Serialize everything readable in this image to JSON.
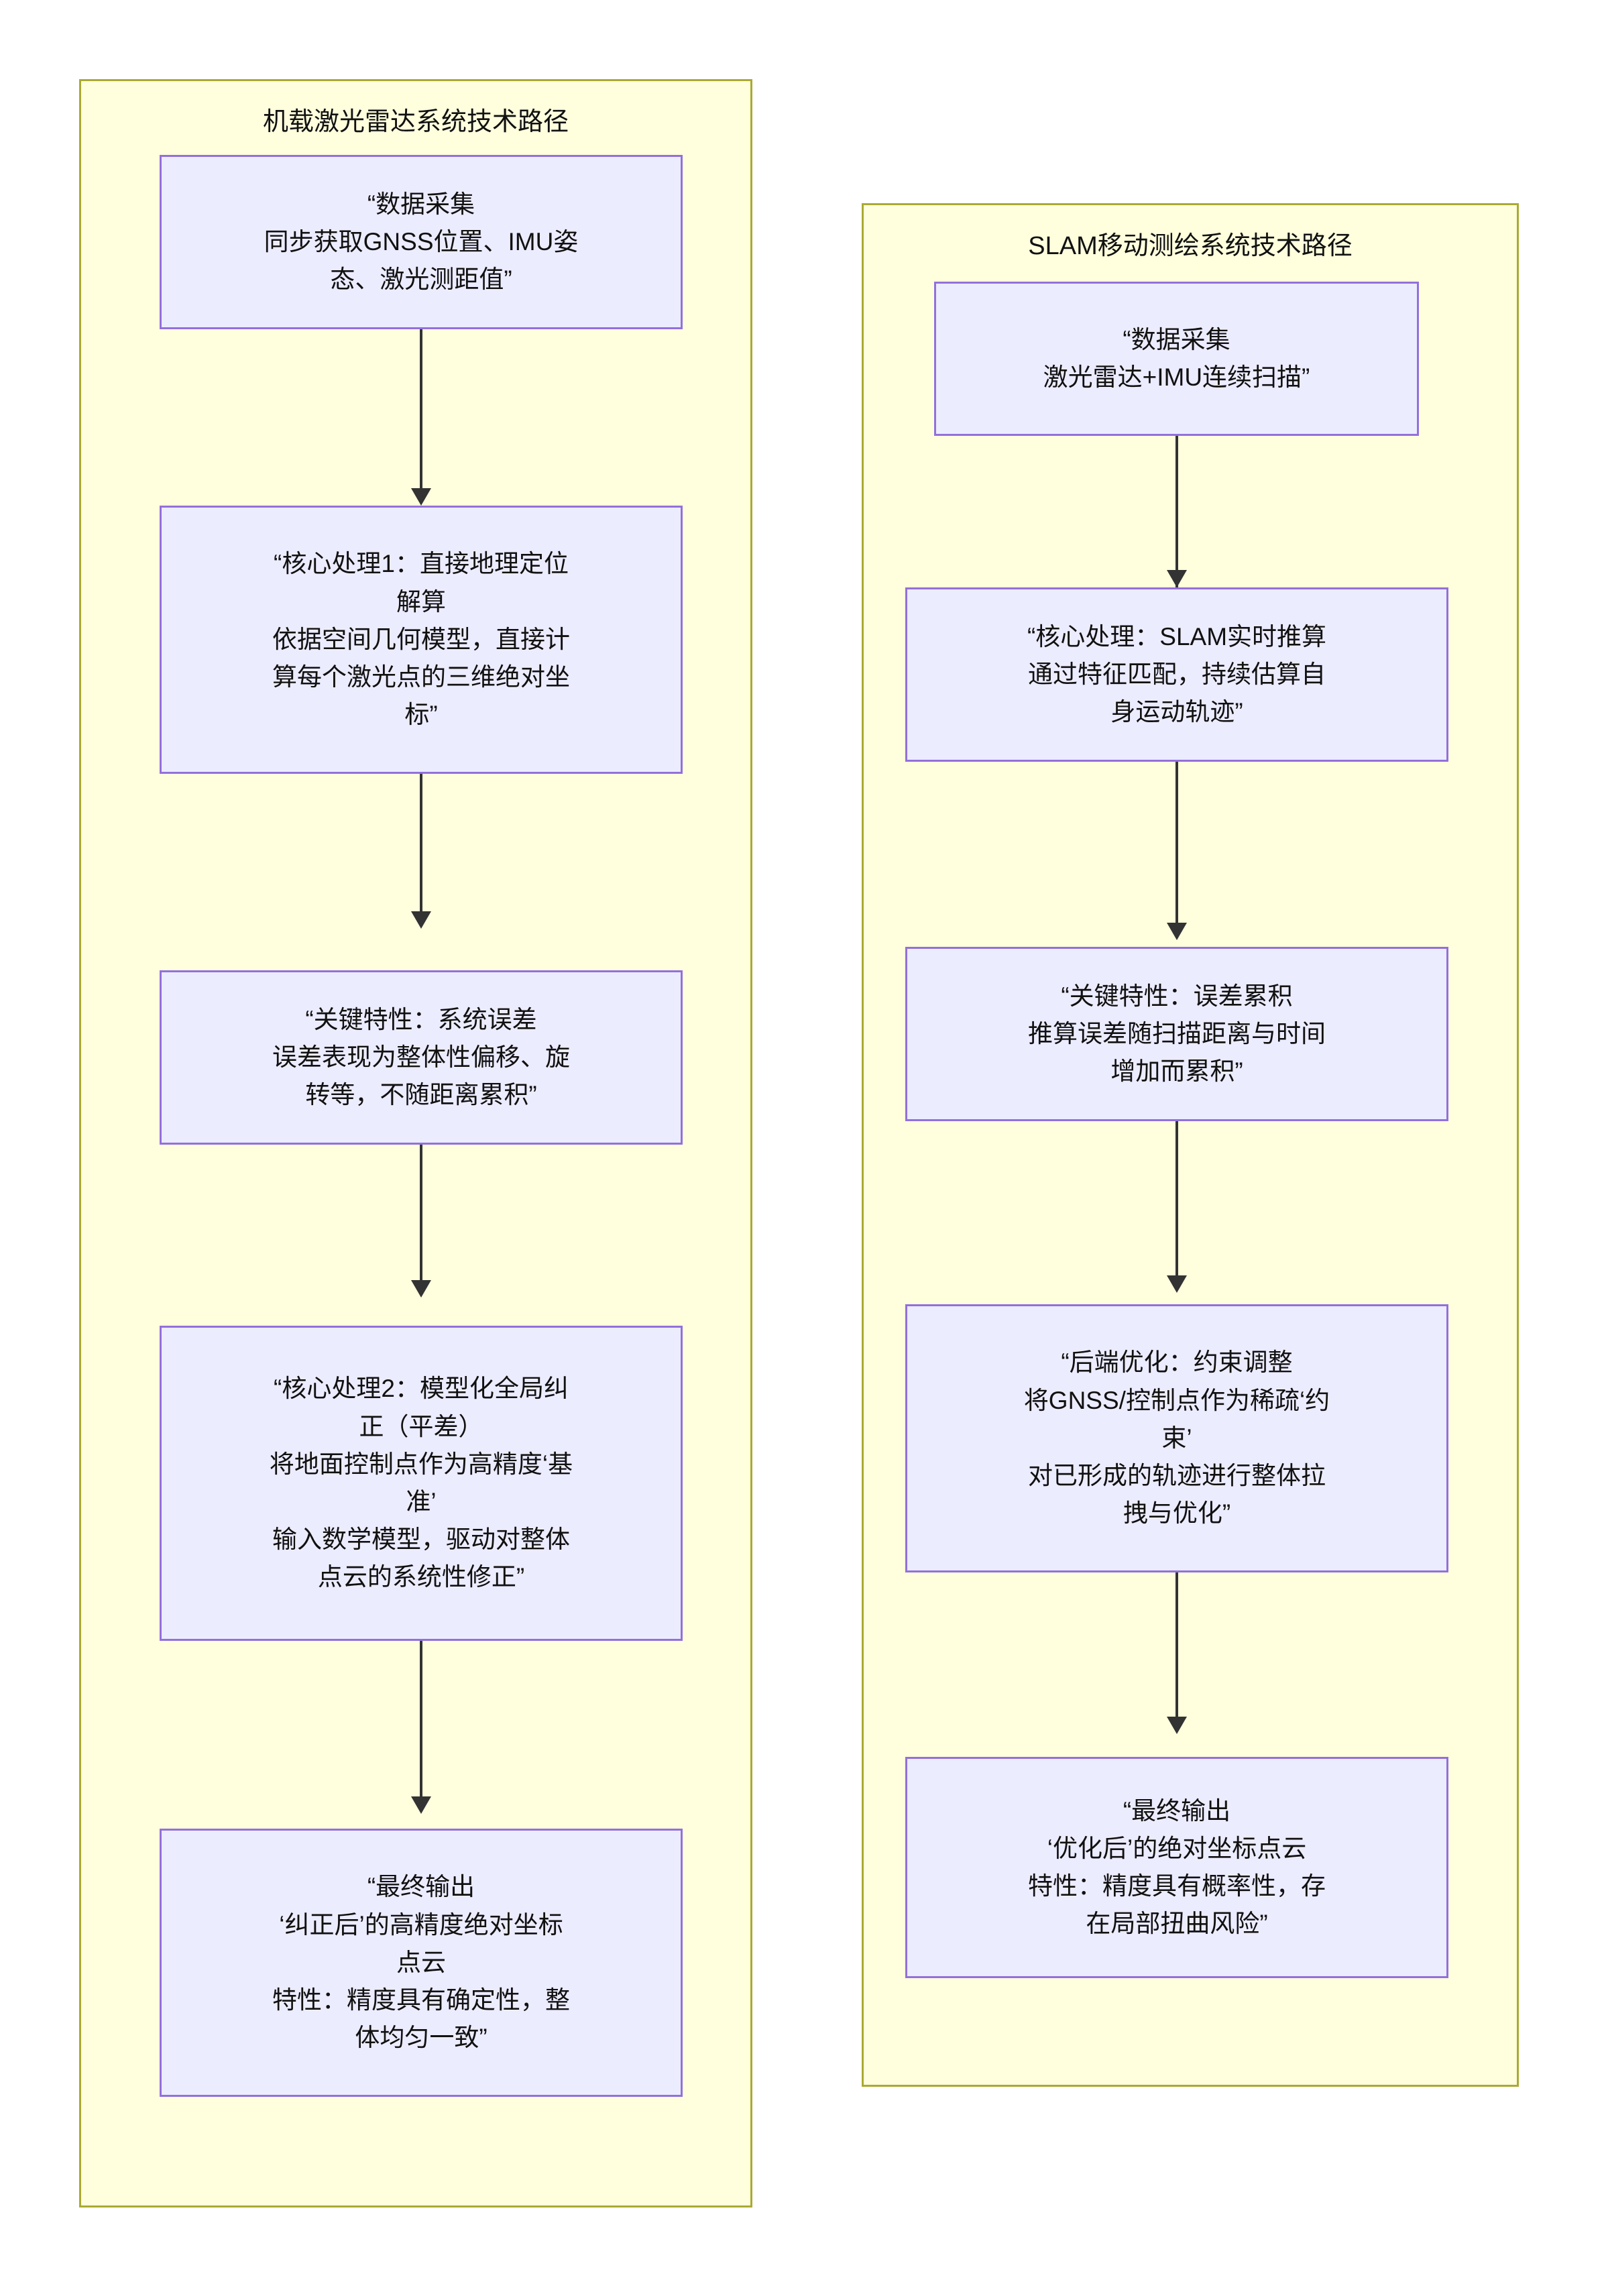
{
  "diagram": {
    "type": "flowchart",
    "clusters": [
      {
        "id": "airborne-lidar",
        "title": "机载激光雷达系统技术路径",
        "nodes": [
          {
            "id": "al-1",
            "label": "“数据采集\n同步获取GNSS位置、IMU姿\n态、激光测距值”"
          },
          {
            "id": "al-2",
            "label": "“核心处理1：直接地理定位\n解算\n依据空间几何模型，直接计\n算每个激光点的三维绝对坐\n标”"
          },
          {
            "id": "al-3",
            "label": "“关键特性：系统误差\n误差表现为整体性偏移、旋\n转等，不随距离累积”"
          },
          {
            "id": "al-4",
            "label": "“核心处理2：模型化全局纠\n正（平差）\n将地面控制点作为高精度‘基\n准’\n输入数学模型，驱动对整体\n点云的系统性修正”"
          },
          {
            "id": "al-5",
            "label": "“最终输出\n‘纠正后’的高精度绝对坐标\n点云\n特性：精度具有确定性，整\n体均匀一致”"
          }
        ]
      },
      {
        "id": "slam-mobile",
        "title": "SLAM移动测绘系统技术路径",
        "nodes": [
          {
            "id": "sl-1",
            "label": "“数据采集\n激光雷达+IMU连续扫描”"
          },
          {
            "id": "sl-2",
            "label": "“核心处理：SLAM实时推算\n通过特征匹配，持续估算自\n身运动轨迹”"
          },
          {
            "id": "sl-3",
            "label": "“关键特性：误差累积\n推算误差随扫描距离与时间\n增加而累积”"
          },
          {
            "id": "sl-4",
            "label": "“后端优化：约束调整\n将GNSS/控制点作为稀疏‘约\n束’\n对已形成的轨迹进行整体拉\n拽与优化”"
          },
          {
            "id": "sl-5",
            "label": "“最终输出\n‘优化后’的绝对坐标点云\n特性：精度具有概率性，存\n在局部扭曲风险”"
          }
        ]
      }
    ],
    "colors": {
      "cluster_fill": "#ffffde",
      "cluster_border": "#aaaa33",
      "node_fill": "#ececff",
      "node_border": "#9370db",
      "edge": "#333333",
      "text": "#111111",
      "background": "#ffffff"
    }
  }
}
